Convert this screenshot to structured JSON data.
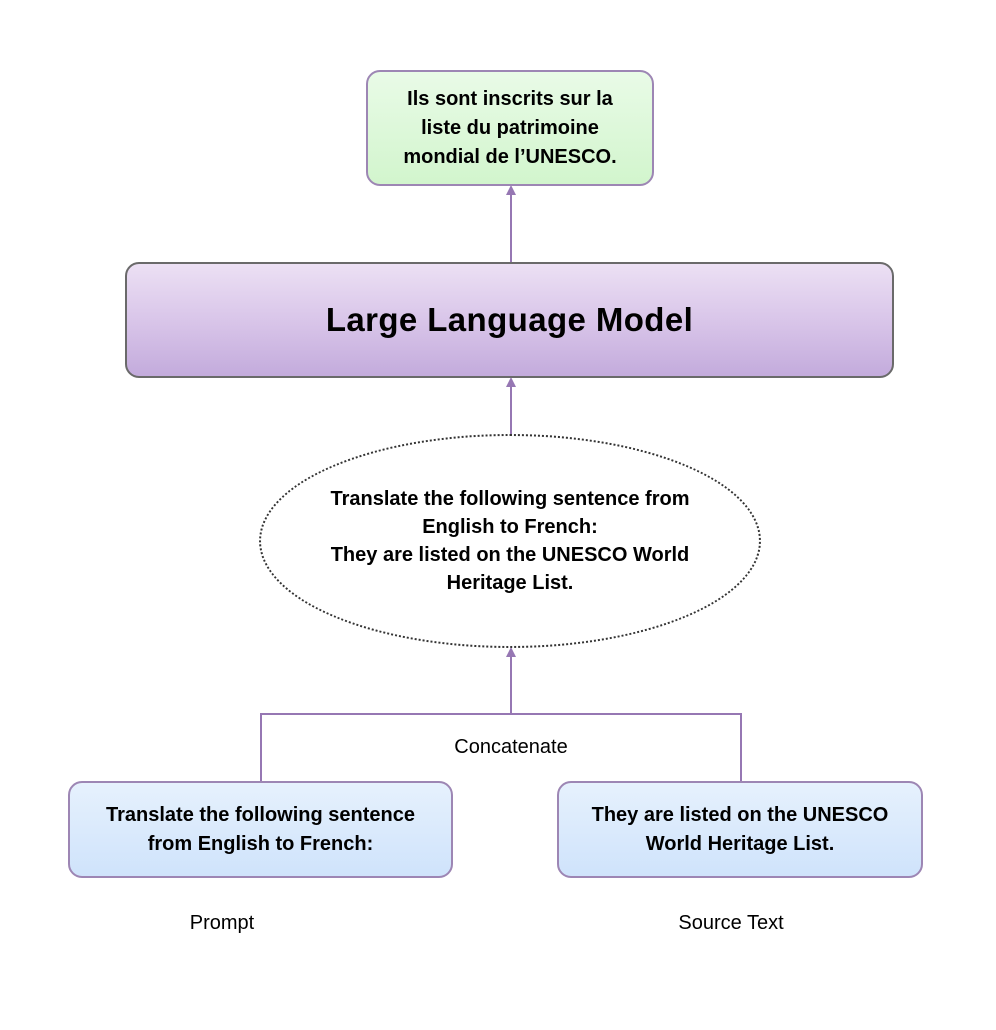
{
  "output": {
    "lines": [
      "Ils sont inscrits sur la",
      "liste du patrimoine",
      "mondial de l’UNESCO."
    ]
  },
  "model": {
    "label": "Large Language Model"
  },
  "combined": {
    "lines": [
      "Translate the following sentence from",
      "English to French:",
      "They are listed on the UNESCO World",
      "Heritage List."
    ]
  },
  "concat_label": "Concatenate",
  "prompt": {
    "lines": [
      "Translate the following sentence",
      "from English to French:"
    ],
    "caption": "Prompt"
  },
  "source": {
    "lines": [
      "They are listed on the UNESCO",
      "World Heritage List."
    ],
    "caption": "Source Text"
  },
  "colors": {
    "connector": "#9677b3",
    "output_fill": "#d2f5cd",
    "model_fill": "#d7c3e8",
    "input_fill": "#cfe3fb"
  }
}
